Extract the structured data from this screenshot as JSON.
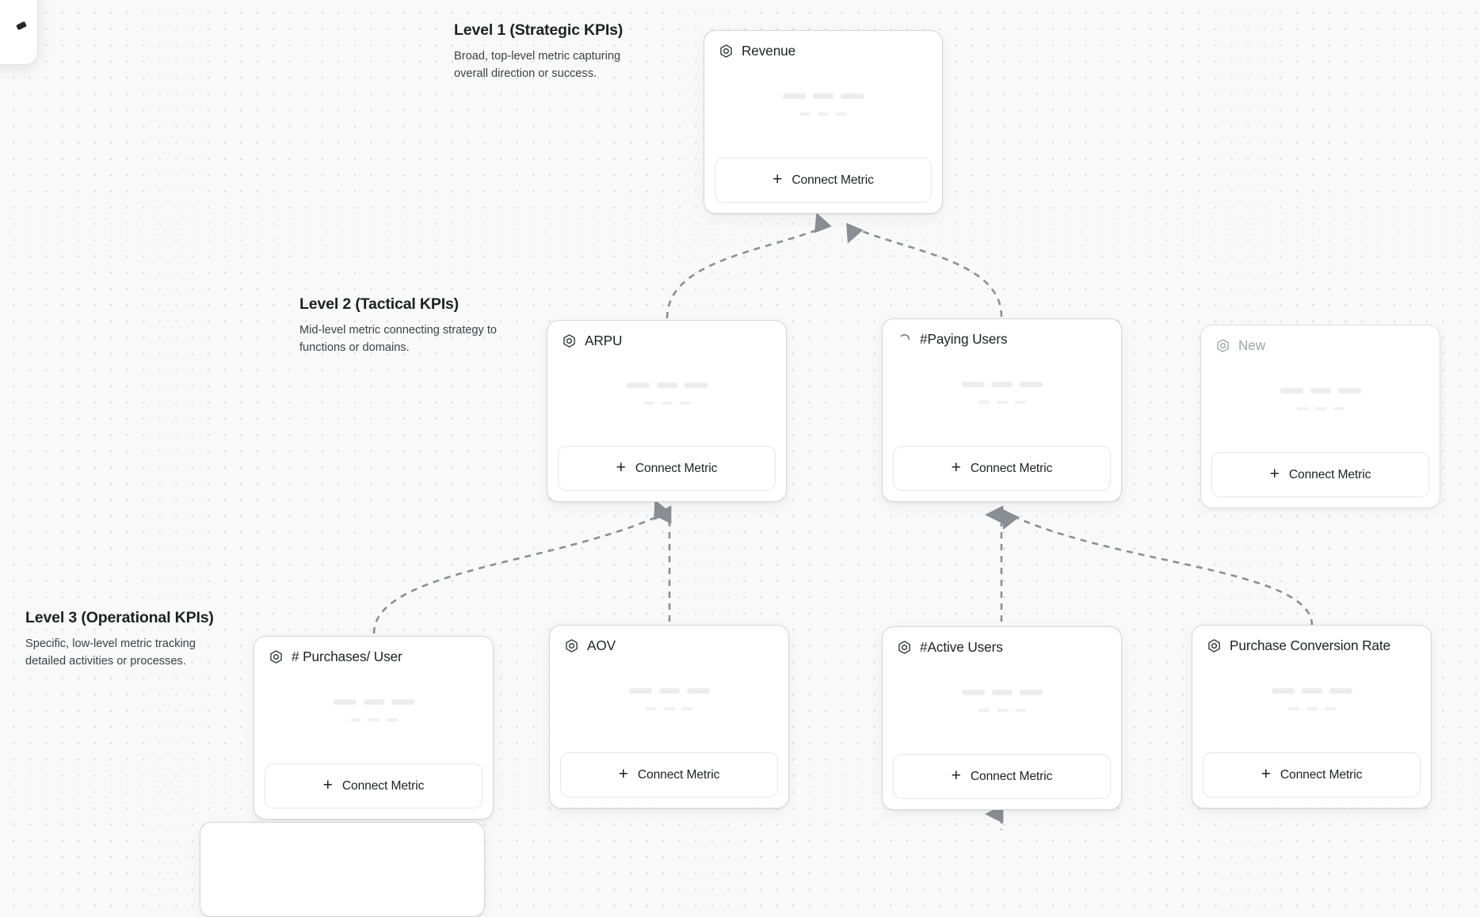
{
  "app": {
    "canvas_background": "#f9f9f9",
    "dot_grid_color": "#dcdcdc",
    "accent_text_color": "#1d2025",
    "muted_text_color": "#9ea3ab",
    "edge_color": "#8a8f96"
  },
  "levels": [
    {
      "title": "Level 1 (Strategic KPIs)",
      "description": "Broad, top-level metric capturing overall direction or success."
    },
    {
      "title": "Level 2 (Tactical KPIs)",
      "description": "Mid-level metric connecting strategy to functions or domains."
    },
    {
      "title": "Level 3 (Operational KPIs)",
      "description": "Specific, low-level metric tracking detailed activities or processes."
    }
  ],
  "connect_button_label": "Connect Metric",
  "connect_button_plus": "+",
  "cards": [
    {
      "id": "revenue",
      "title": "Revenue",
      "icon": "hexagon-metric-icon",
      "state": "default"
    },
    {
      "id": "arpu",
      "title": "ARPU",
      "icon": "hexagon-metric-icon",
      "state": "default"
    },
    {
      "id": "paying-users",
      "title": "#Paying Users",
      "icon": "loading-spinner-icon",
      "state": "loading"
    },
    {
      "id": "new",
      "title": "New",
      "icon": "hexagon-metric-icon",
      "state": "muted"
    },
    {
      "id": "purchases-per-user",
      "title": "# Purchases/ User",
      "icon": "hexagon-metric-icon",
      "state": "default"
    },
    {
      "id": "aov",
      "title": "AOV",
      "icon": "hexagon-metric-icon",
      "state": "default"
    },
    {
      "id": "active-users",
      "title": "#Active Users",
      "icon": "hexagon-metric-icon",
      "state": "default"
    },
    {
      "id": "purchase-conversion-rate",
      "title": "Purchase Conversion Rate",
      "icon": "hexagon-metric-icon",
      "state": "default"
    }
  ]
}
